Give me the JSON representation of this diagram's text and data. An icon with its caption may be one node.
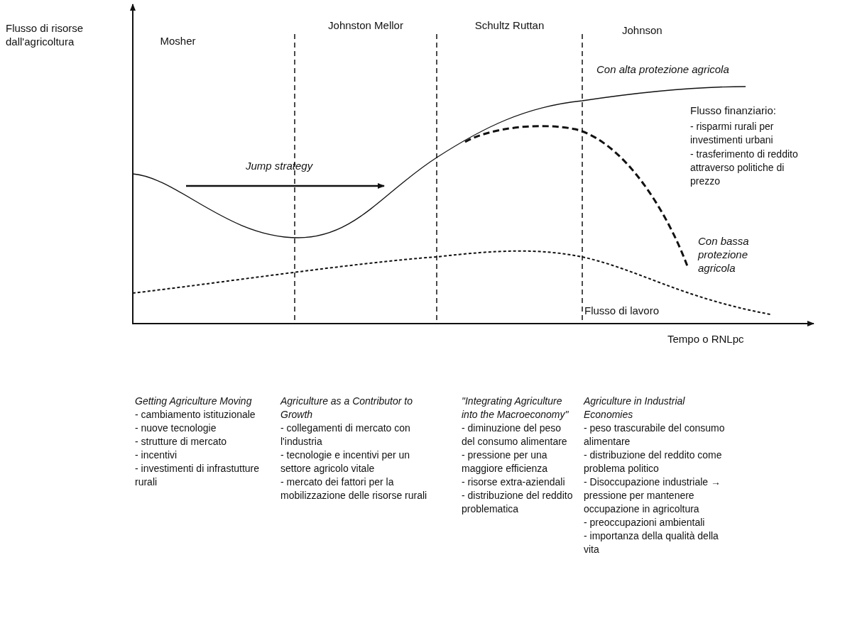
{
  "diagram": {
    "labels": [
      "Flusso di risorse dall'agricoltura",
      "Mosher",
      "Johnston Mellor",
      "Schultz Ruttan",
      "Johnson",
      "Con alta protezione agricola",
      "Flusso finanziario:",
      "- risparmi rurali per investimenti urbani",
      "- trasferimento di reddito attraverso politiche di prezzo",
      "Jump strategy",
      "Con bassa protezione agricola",
      "Flusso di lavoro",
      "Tempo o RNLpc",
      "Getting Agriculture Moving",
      "- cambiamento istituzionale",
      "- nuove tecnologie",
      "- strutture di mercato",
      "- incentivi",
      "- investimenti di infrastutture rurali",
      "Agriculture as a Contributor to Growth",
      "- collegamenti di mercato con l'industria",
      "- tecnologie e incentivi per un settore agricolo vitale",
      "- mercato dei fattori per la mobilizzazione delle risorse rurali",
      "\"Integrating Agriculture into the Macroeconomy\"",
      "- diminuzione del peso del consumo alimentare",
      "- pressione per una maggiore efficienza",
      "- risorse extra-aziendali",
      "- distribuzione del reddito problematica",
      "Agriculture in Industrial Economies",
      "- peso trascurabile del consumo alimentare",
      "- distribuzione del reddito come problema politico",
      "- Disoccupazione industriale → pressione per mantenere occupazione in agricoltura",
      "- preoccupazioni ambientali",
      "- importanza della qualità della vita"
    ]
  }
}
